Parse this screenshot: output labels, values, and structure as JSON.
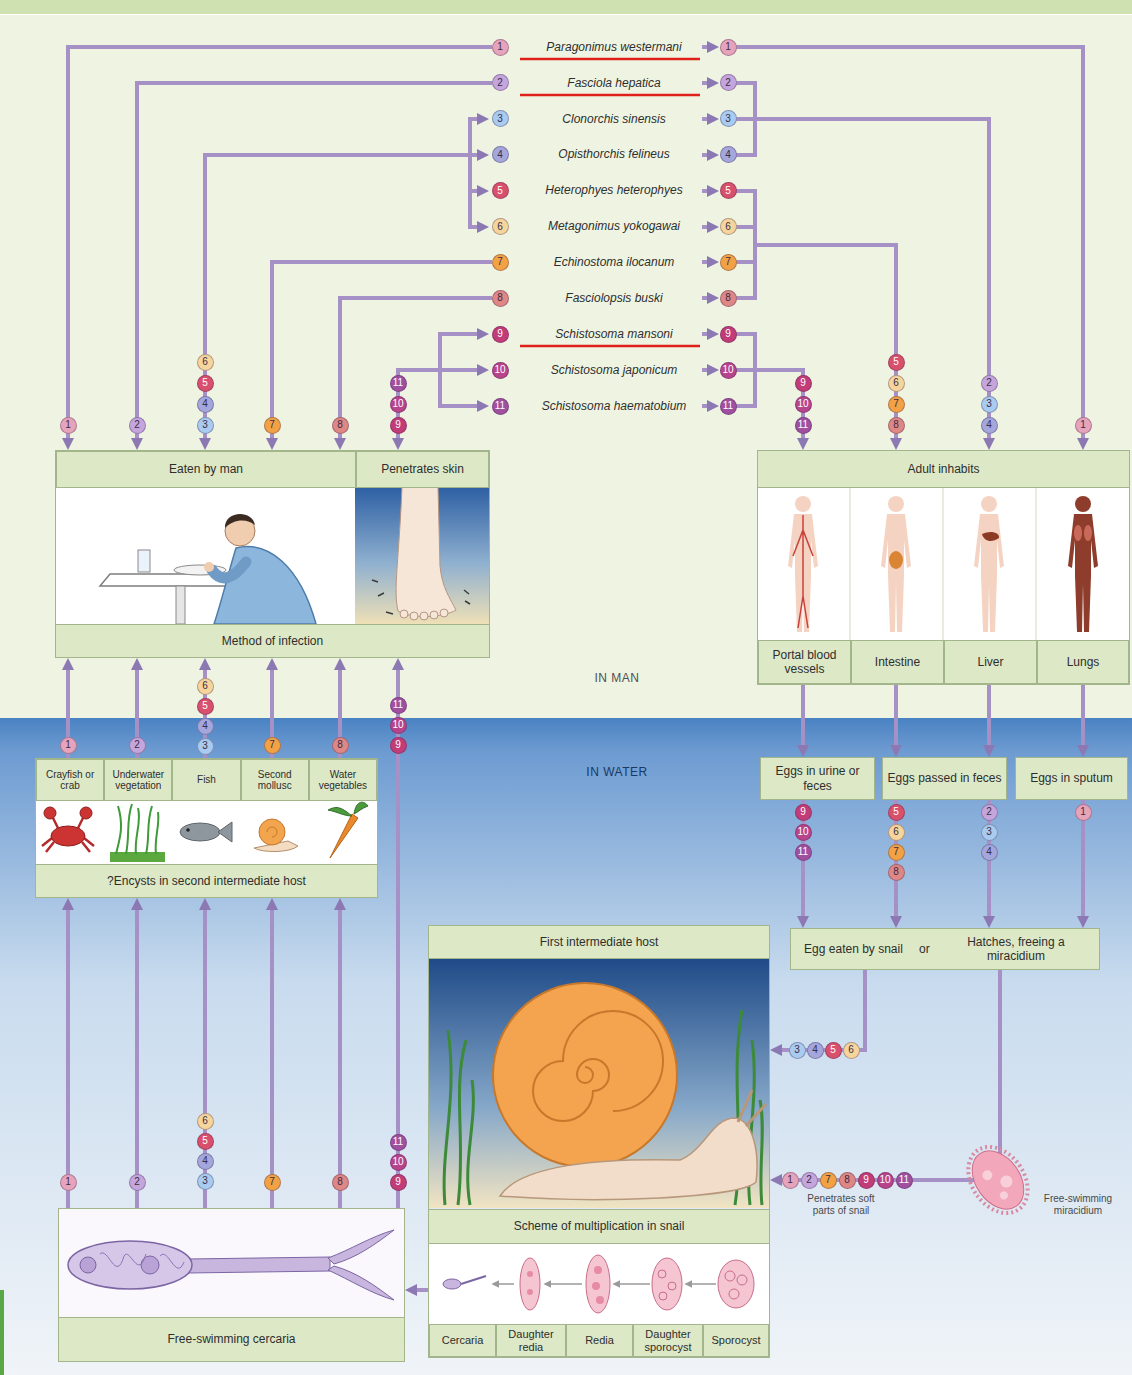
{
  "diagram": {
    "nodes": [
      {
        "text": [
          "Method of infection"
        ]
      },
      {
        "text": [
          "Eaten by man"
        ],
        "in": 0
      },
      {
        "text": [
          "Penetrates skin"
        ],
        "in": 0
      },
      {
        "text": [
          "Adult inhabits"
        ]
      },
      {
        "text": [
          "Portal blood vessels"
        ],
        "in": 3
      },
      {
        "text": [
          "Intestine"
        ],
        "in": 3
      },
      {
        "text": [
          "Liver"
        ],
        "in": 3
      },
      {
        "text": [
          "Lungs"
        ],
        "in": 3
      },
      {
        "text": [
          "?Encysts in second intermediate host"
        ]
      },
      {
        "text": [
          "Crayfish or crab"
        ],
        "in": 8
      },
      {
        "text": [
          "Underwater vegetation"
        ],
        "in": 8
      },
      {
        "text": [
          "Fish"
        ],
        "in": 8
      },
      {
        "text": [
          "Second mollusc"
        ],
        "in": 8
      },
      {
        "text": [
          "Water vegetables"
        ],
        "in": 8
      },
      {
        "text": [
          "Eggs in urine or feces"
        ]
      },
      {
        "text": [
          "Eggs passed in feces"
        ]
      },
      {
        "text": [
          "Eggs in sputum"
        ]
      },
      {
        "text": [
          "Egg eaten by snail",
          "or",
          "Hatches, freeing a miracidium"
        ]
      },
      {
        "text": [
          "First intermediate host",
          "Scheme of multiplication in snail"
        ]
      },
      {
        "text": [
          "Cercaria"
        ],
        "in": 18
      },
      {
        "text": [
          "Daughter redia"
        ],
        "in": 18
      },
      {
        "text": [
          "Redia"
        ],
        "in": 18
      },
      {
        "text": [
          "Daughter sporocyst"
        ],
        "in": 18
      },
      {
        "text": [
          "Sporocyst"
        ],
        "in": 18
      },
      {
        "text": [
          "Free-swimming cercaria"
        ]
      }
    ],
    "edges": [
      {
        "from": 9,
        "to": 0,
        "arrow": "to"
      },
      {
        "from": 10,
        "to": 0,
        "arrow": "to"
      },
      {
        "from": 11,
        "to": 0,
        "arrow": "to"
      },
      {
        "from": 12,
        "to": 0,
        "arrow": "to"
      },
      {
        "from": 13,
        "to": 0,
        "arrow": "to"
      },
      {
        "from": 24,
        "to": 8,
        "arrow": "to"
      },
      {
        "from": 24,
        "to": 8,
        "arrow": "to"
      },
      {
        "from": 24,
        "to": 8,
        "arrow": "to"
      },
      {
        "from": 24,
        "to": 8,
        "arrow": "to"
      },
      {
        "from": 24,
        "to": 8,
        "arrow": "to"
      },
      {
        "from": 24,
        "to": 0,
        "arrow": "to"
      },
      {
        "from": 18,
        "to": 24,
        "arrow": "to"
      },
      {
        "from": 4,
        "to": 14,
        "arrow": "to"
      },
      {
        "from": 5,
        "to": 15,
        "arrow": "to"
      },
      {
        "from": 6,
        "to": 15,
        "arrow": "to"
      },
      {
        "from": 7,
        "to": 16,
        "arrow": "to"
      },
      {
        "from": 14,
        "to": 17,
        "arrow": "to"
      },
      {
        "from": 15,
        "to": 17,
        "arrow": "to"
      },
      {
        "from": 15,
        "to": 17,
        "arrow": "to"
      },
      {
        "from": 16,
        "to": 17,
        "arrow": "to"
      },
      {
        "from": 17,
        "to": 18,
        "arrow": "to"
      },
      {
        "from": 17,
        "to": 18,
        "arrow": "to"
      }
    ],
    "labels": [
      "Paragonimus westermani",
      "Fasciola hepatica",
      "Clonorchis sinensis",
      "Opisthorchis felineus",
      "Heterophyes heterophyes",
      "Metagonimus yokogawai",
      "Echinostoma ilocanum",
      "Fasciolopsis buski",
      "Schistosoma mansoni",
      "Schistosoma japonicum",
      "Schistosoma haematobium",
      "IN MAN",
      "IN WATER",
      "Penetrates soft parts of snail",
      "Free-swimming miracidium",
      "1",
      "2",
      "3",
      "4",
      "5",
      "6",
      "7",
      "8",
      "9",
      "10",
      "11",
      "1",
      "2",
      "3",
      "4",
      "5",
      "6",
      "7",
      "8",
      "9",
      "10",
      "11",
      "1",
      "2",
      "6",
      "5",
      "4",
      "3",
      "7",
      "8",
      "11",
      "10",
      "9",
      "9",
      "10",
      "11",
      "5",
      "6",
      "7",
      "8",
      "2",
      "3",
      "4",
      "1",
      "1",
      "2",
      "6",
      "5",
      "4",
      "3",
      "7",
      "8",
      "11",
      "10",
      "9",
      "9",
      "10",
      "11",
      "5",
      "6",
      "7",
      "8",
      "2",
      "3",
      "4",
      "1",
      "3",
      "4",
      "5",
      "6",
      "1",
      "2",
      "7",
      "8",
      "9",
      "10",
      "11",
      "1",
      "2",
      "6",
      "5",
      "4",
      "3",
      "7",
      "8",
      "11",
      "10",
      "9"
    ]
  }
}
